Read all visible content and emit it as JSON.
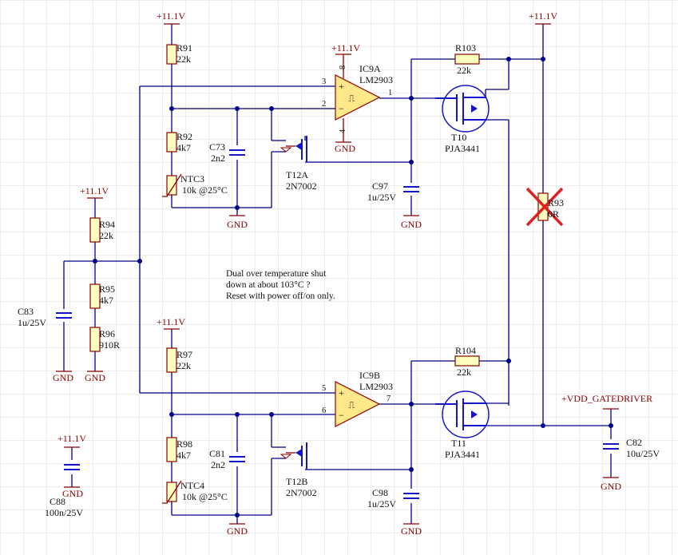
{
  "supply": "+11.1V",
  "gnd": "GND",
  "net_gate": "+VDD_GATEDRIVER",
  "note": [
    "Dual over temperature shut",
    "down at about 103°C ?",
    "Reset with power off/on only."
  ],
  "pins": {
    "p1": "1",
    "p2": "2",
    "p3": "3",
    "p4": "4",
    "p5": "5",
    "p6": "6",
    "p7": "7",
    "p8": "8",
    "plus": "+",
    "minus": "−",
    "hyst": "⎍"
  },
  "parts": {
    "R91": [
      "R91",
      "22k"
    ],
    "R92": [
      "R92",
      "4k7"
    ],
    "NTC3": [
      "NTC3",
      "10k @25°C"
    ],
    "C73": [
      "C73",
      "2n2"
    ],
    "T12A": [
      "T12A",
      "2N7002"
    ],
    "IC9A": [
      "IC9A",
      "LM2903"
    ],
    "C97": [
      "C97",
      "1u/25V"
    ],
    "R103": [
      "R103",
      "22k"
    ],
    "T10": [
      "T10",
      "PJA3441"
    ],
    "R93": [
      "R93",
      "0R"
    ],
    "R94": [
      "R94",
      "22k"
    ],
    "R95": [
      "R95",
      "4k7"
    ],
    "R96": [
      "R96",
      "910R"
    ],
    "C83": [
      "C83",
      "1u/25V"
    ],
    "R97": [
      "R97",
      "22k"
    ],
    "R98": [
      "R98",
      "4k7"
    ],
    "NTC4": [
      "NTC4",
      "10k @25°C"
    ],
    "C81": [
      "C81",
      "2n2"
    ],
    "T12B": [
      "T12B",
      "2N7002"
    ],
    "IC9B": [
      "IC9B",
      "LM2903"
    ],
    "C98": [
      "C98",
      "1u/25V"
    ],
    "R104": [
      "R104",
      "22k"
    ],
    "T11": [
      "T11",
      "PJA3441"
    ],
    "C82": [
      "C82",
      "10u/25V"
    ],
    "C88": [
      "C88",
      "100n/25V"
    ]
  }
}
